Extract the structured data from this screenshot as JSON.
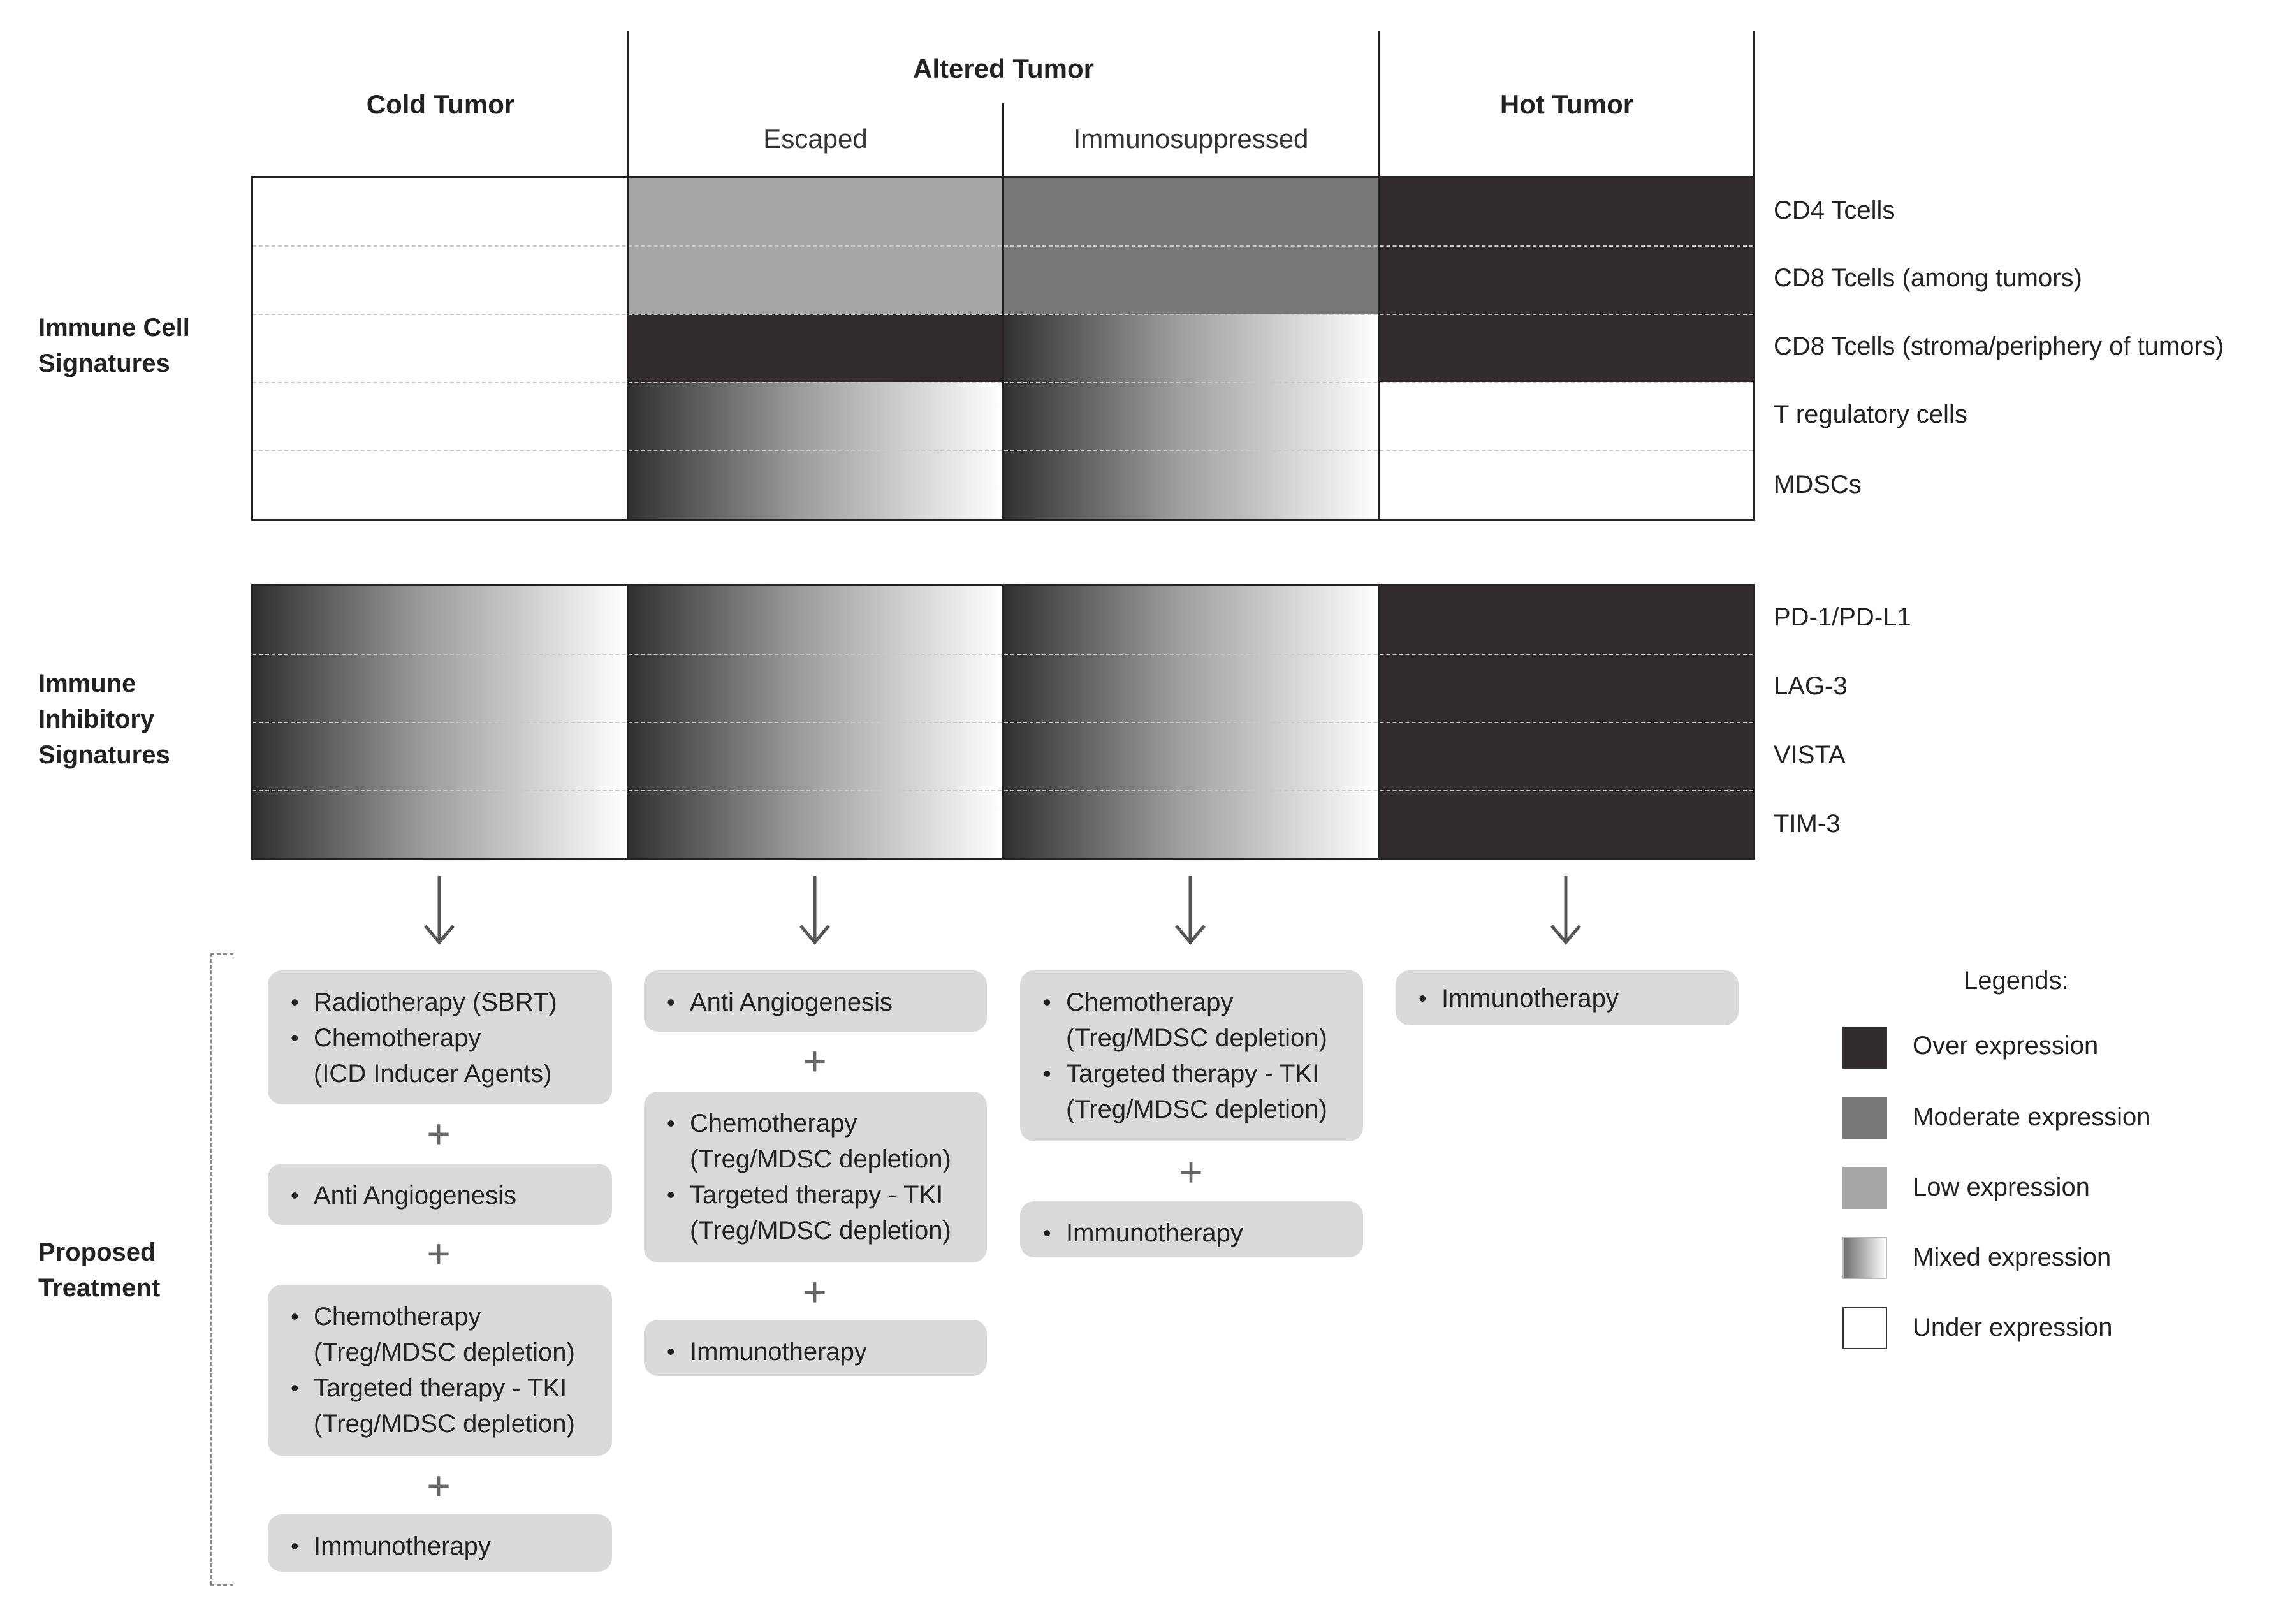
{
  "headers": {
    "cold": "Cold Tumor",
    "altered": "Altered Tumor",
    "escaped": "Escaped",
    "immunosuppressed": "Immunosuppressed",
    "hot": "Hot Tumor"
  },
  "sections": {
    "immune_cell": [
      "Immune Cell",
      "Signatures"
    ],
    "immune_inhibitory": [
      "Immune",
      "Inhibitory",
      "Signatures"
    ],
    "proposed": [
      "Proposed",
      "Treatment"
    ]
  },
  "immune_cell_rows": [
    "CD4 Tcells",
    "CD8 Tcells (among tumors)",
    "CD8 Tcells (stroma/periphery of tumors)",
    "T regulatory cells",
    "MDSCs"
  ],
  "inhibitory_rows": [
    "PD-1/PD-L1",
    "LAG-3",
    "VISTA",
    "TIM-3"
  ],
  "expression_levels": {
    "over": "#302c2d",
    "moderate": "#777777",
    "low": "#a6a6a6",
    "mixed": "gradient",
    "under": "#ffffff"
  },
  "treatments": {
    "cold": {
      "box1": [
        "Radiotherapy (SBRT)",
        "Chemotherapy",
        "(ICD Inducer Agents)"
      ],
      "box2": [
        "Anti Angiogenesis"
      ],
      "box3": [
        "Chemotherapy",
        "(Treg/MDSC depletion)",
        "Targeted therapy - TKI",
        "(Treg/MDSC depletion)"
      ],
      "box4": [
        "Immunotherapy"
      ]
    },
    "escaped": {
      "box1": [
        "Anti Angiogenesis"
      ],
      "box2": [
        "Chemotherapy",
        "(Treg/MDSC depletion)",
        "Targeted therapy - TKI",
        "(Treg/MDSC depletion)"
      ],
      "box3": [
        "Immunotherapy"
      ]
    },
    "immunosuppressed": {
      "box1": [
        "Chemotherapy",
        "(Treg/MDSC depletion)",
        "Targeted therapy - TKI",
        "(Treg/MDSC depletion)"
      ],
      "box2": [
        "Immunotherapy"
      ]
    },
    "hot": {
      "box1": [
        "Immunotherapy"
      ]
    }
  },
  "plus_sign": "+",
  "legend": {
    "title": "Legends:",
    "items": [
      {
        "label": "Over expression",
        "color": "#302c2d"
      },
      {
        "label": "Moderate expression",
        "color": "#777777"
      },
      {
        "label": "Low expression",
        "color": "#a6a6a6"
      },
      {
        "label": "Mixed expression",
        "color": "gradient"
      },
      {
        "label": "Under expression",
        "color": "#ffffff"
      }
    ]
  }
}
